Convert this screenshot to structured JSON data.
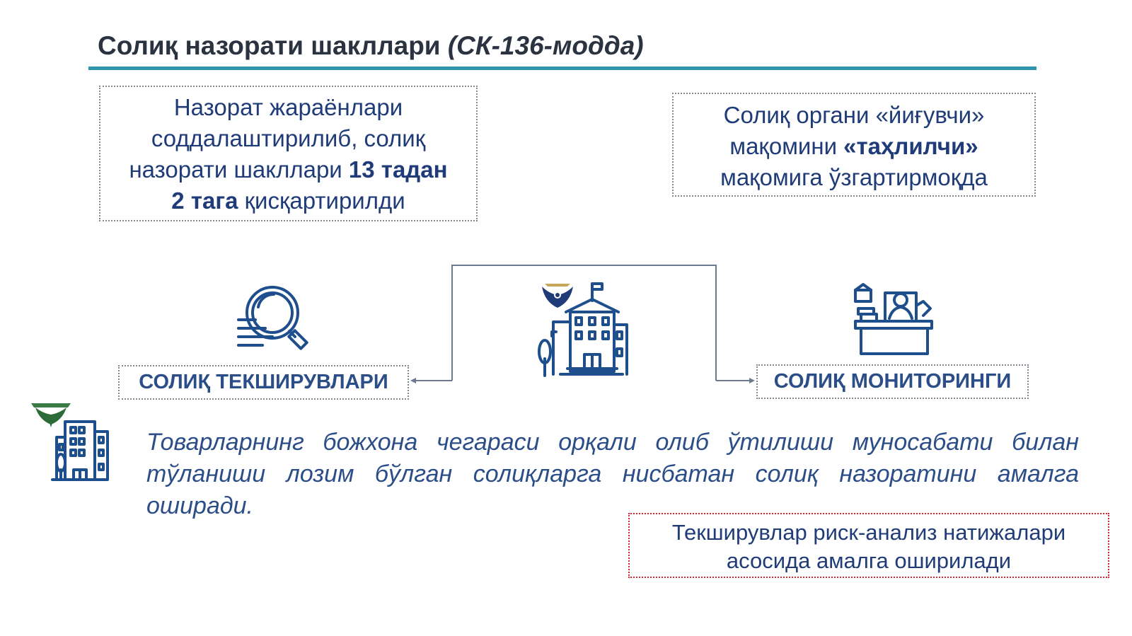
{
  "title": {
    "main": "Солиқ назорати шакллари ",
    "sub": "(СК-136-модда)"
  },
  "box_left": {
    "line1": "Назорат жараёнлари",
    "line2": "соддалаштирилиб, солиқ",
    "line3_start": "назорати шакллари ",
    "line3_bold": "13 тадан",
    "line4_bold": "2 тага",
    "line4_end": " қисқартирилди"
  },
  "box_right": {
    "line1": "Солиқ органи «йиғувчи»",
    "line2_start": "мақомини ",
    "line2_bold": "«таҳлилчи»",
    "line3": "мақомига ўзгартирмоқда"
  },
  "labels": {
    "left": "СОЛИҚ ТЕКШИРУВЛАРИ",
    "right": "СОЛИҚ МОНИТОРИНГИ"
  },
  "paragraph": "Товарларнинг божхона чегараси орқали олиб ўтилиши муносабати билан тўланиши лозим бўлган солиқларга нисбатан солиқ назоратини амалга оширади.",
  "box_red": {
    "line1": "Текширувлар риск-анализ натижалари",
    "line2": "асосида амалга оширилади"
  },
  "icons": [
    "magnifier-icon",
    "tax-office-building-icon",
    "monitoring-desk-icon",
    "customs-building-icon"
  ],
  "colors": {
    "text_blue": "#1f3c78",
    "title": "#2b3340",
    "rule": "#2f95ad",
    "red_border": "#d9262e",
    "icon_blue": "#1f4e8c",
    "emblem_green": "#2e6b3a"
  }
}
